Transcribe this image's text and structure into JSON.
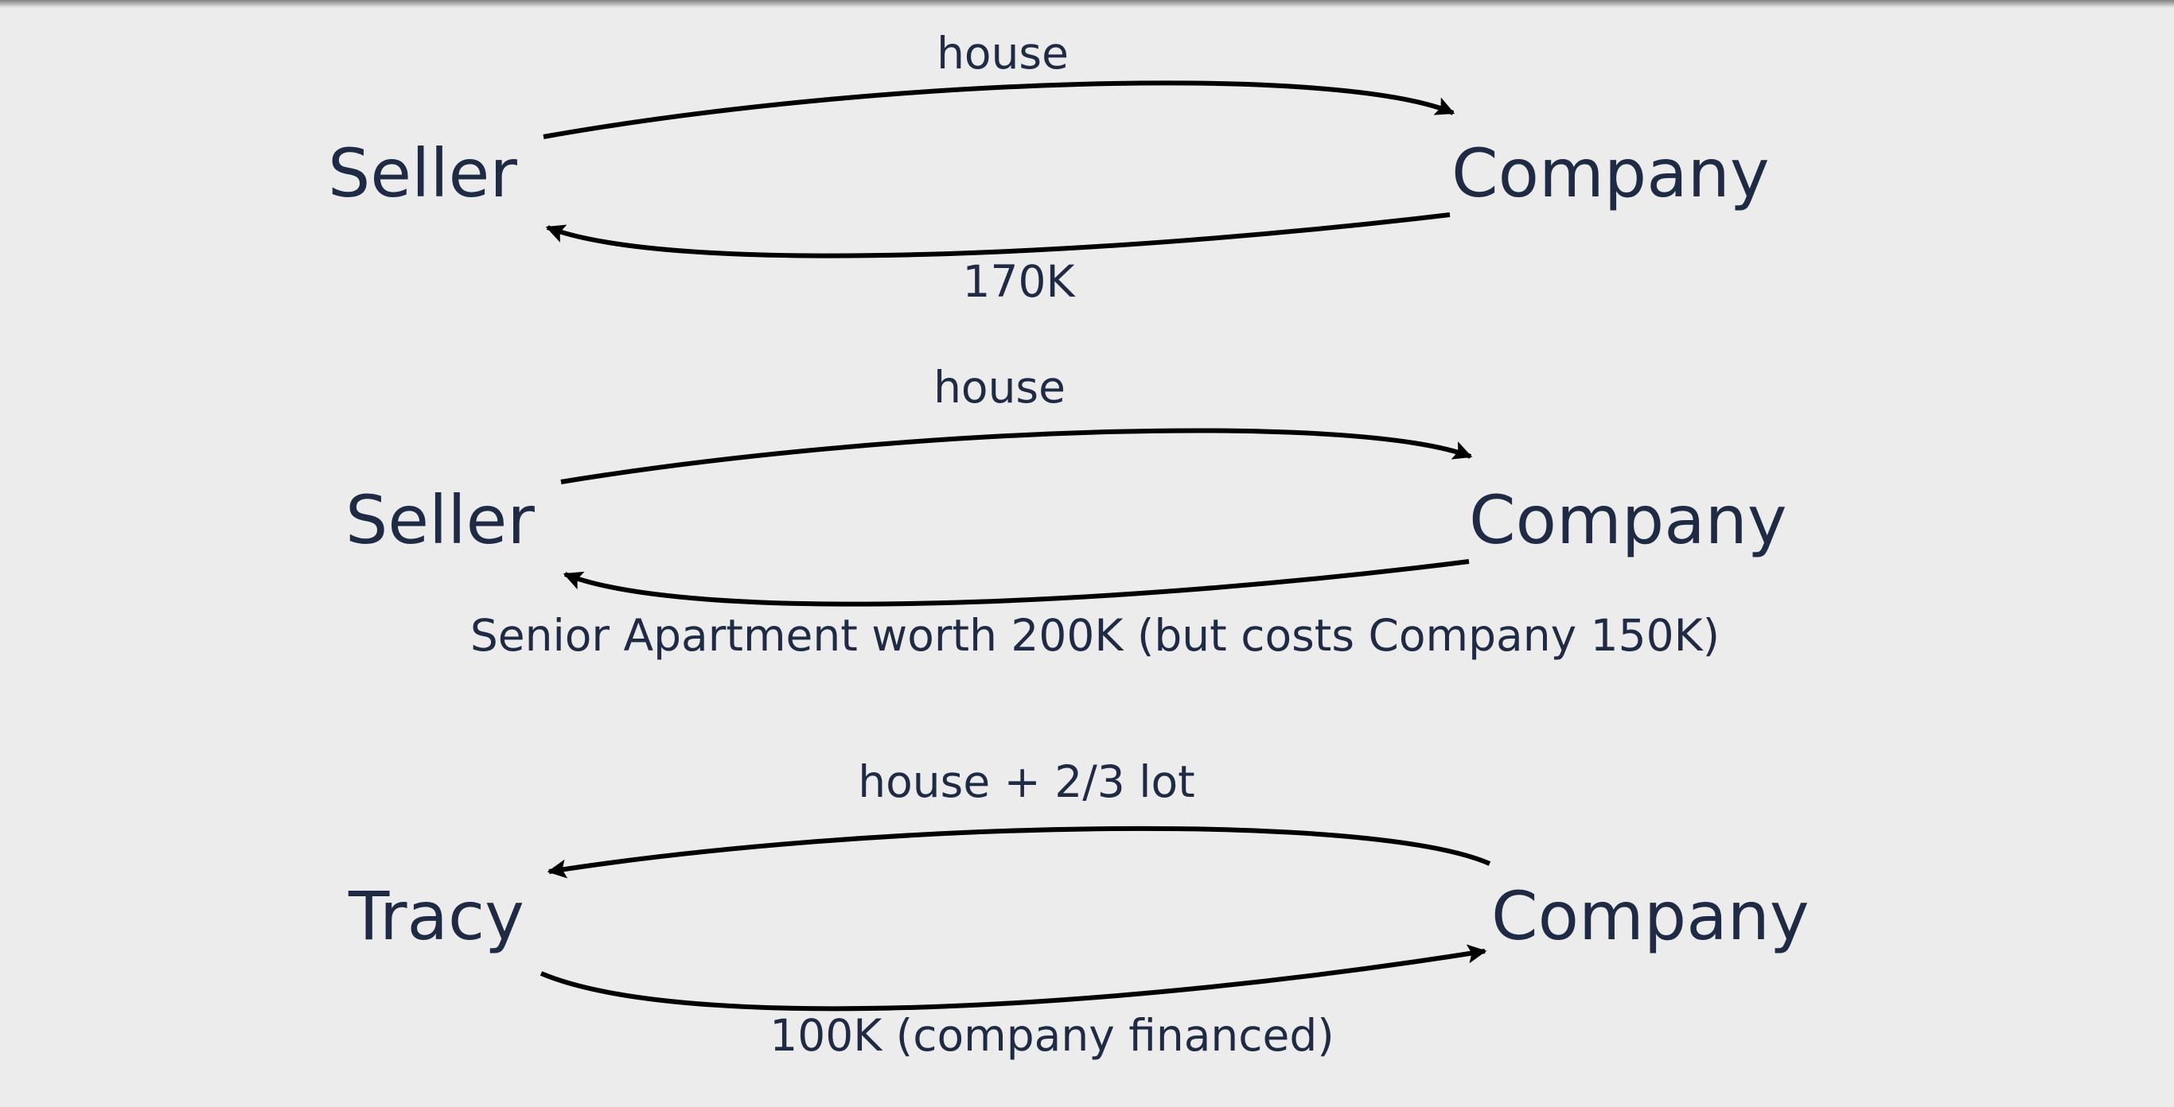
{
  "diagram_1": {
    "left_party": "Seller",
    "right_party": "Company",
    "top_label": "house",
    "bottom_label": "170K"
  },
  "diagram_2": {
    "left_party": "Seller",
    "right_party": "Company",
    "top_label": "house",
    "bottom_label": "Senior Apartment worth 200K (but costs Company 150K)"
  },
  "diagram_3": {
    "left_party": "Tracy",
    "right_party": "Company",
    "top_label": "house + 2/3 lot",
    "bottom_label": "100K (company financed)"
  },
  "colors": {
    "background": "#ececec",
    "ink": "#1f2a44",
    "arrow": "#000000"
  }
}
